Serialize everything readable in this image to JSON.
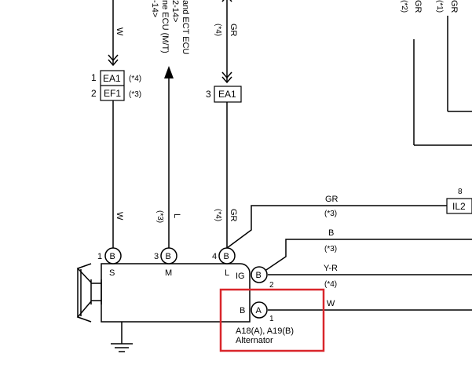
{
  "top_notes": {
    "line1": "and ECT ECU",
    "line2": "2-14>",
    "line3": "ne ECU (M/T)",
    "line4": "-14>"
  },
  "wires": {
    "s_top_color": "W",
    "s_bottom_color": "W",
    "m_note": "(*3)",
    "m_color": "L",
    "l_top_color": "GR",
    "l_top_note": "(*4)",
    "l_bottom_color": "GR",
    "l_bottom_note": "(*4)",
    "branch_gr_color": "GR",
    "branch_gr_note": "(*3)",
    "branch_b_color": "B",
    "branch_b_note": "(*3)",
    "ig_color": "Y-R",
    "ig_note": "(*4)",
    "b_out_color": "W",
    "right_a_color": "GR",
    "right_a_note": "(*1)",
    "right_b_note": "(*2)",
    "right_b_color": "GR"
  },
  "connectors": {
    "ea1_pin": "1",
    "ea1_label": "EA1",
    "ea1_note": "(*4)",
    "ef1_pin": "2",
    "ef1_label": "EF1",
    "ef1_note": "(*3)",
    "ea1b_pin": "3",
    "ea1b_label": "EA1",
    "il2_pin": "8",
    "il2_label": "IL2"
  },
  "alternator": {
    "pin_s_num": "1",
    "pin_s_letter": "B",
    "pin_s_label": "S",
    "pin_m_num": "3",
    "pin_m_letter": "B",
    "pin_m_label": "M",
    "pin_l_num": "4",
    "pin_l_letter": "B",
    "pin_l_label": "L",
    "pin_ig_letter": "B",
    "pin_ig_label": "IG",
    "pin_ig_num": "2",
    "pin_b_letter": "A",
    "pin_b_label": "B",
    "pin_b_num": "1",
    "part_code": "A18(A), A19(B)",
    "part_name": "Alternator"
  },
  "colors": {
    "wire": "#000000",
    "highlight_box": "#d9262b",
    "background": "#ffffff"
  }
}
